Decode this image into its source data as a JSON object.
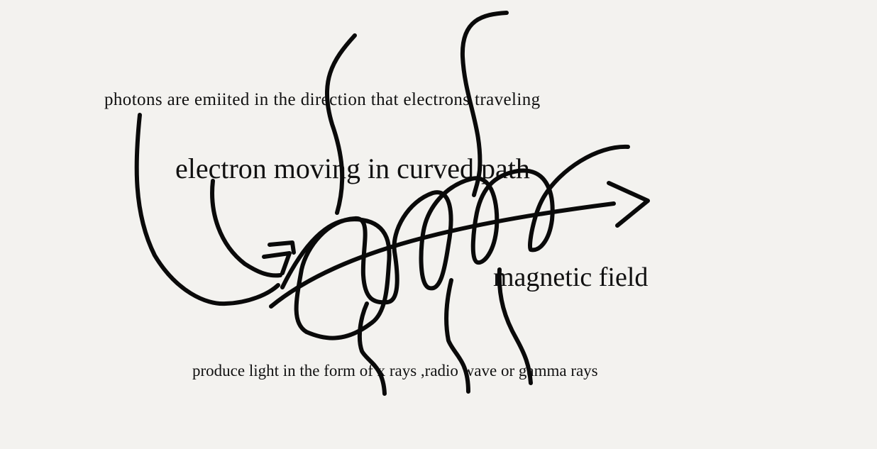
{
  "labels": {
    "photons": "photons are emiited in the direction that electrons traveling",
    "electron_path": "electron moving in curved path",
    "magnetic_field": "magnetic field",
    "produce": "produce light in the form of x rays ,radio wave or gamma rays"
  },
  "colors": {
    "background": "#f3f2ef",
    "ink": "#0a0a0a"
  }
}
